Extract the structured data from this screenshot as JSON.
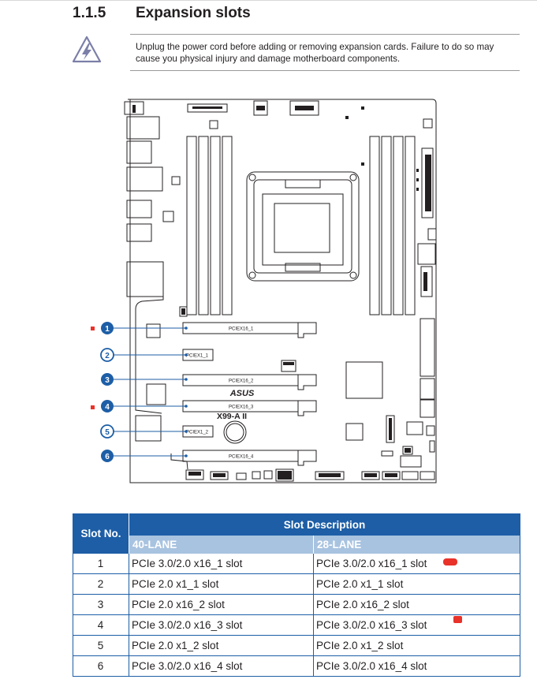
{
  "section": {
    "number": "1.1.5",
    "title": "Expansion slots"
  },
  "warning": {
    "icon": "warning-triangle-icon",
    "text": "Unplug the power cord before adding or removing expansion cards. Failure to do so may cause you physical injury and damage motherboard components."
  },
  "board": {
    "brand": "ASUS",
    "model": "X99-A II",
    "slot_labels": [
      "PCIEX16_1",
      "PCIEX1_1",
      "PCIEX16_2",
      "PCIEX16_3",
      "PCIEX1_2",
      "PCIEX16_4"
    ],
    "callouts": [
      "1",
      "2",
      "3",
      "4",
      "5",
      "6"
    ],
    "accent_color": "#1d5ea6",
    "highlight_color": "#e8322a"
  },
  "table": {
    "col_slot": "Slot No.",
    "col_desc": "Slot Description",
    "lane_a": "40-LANE",
    "lane_b": "28-LANE",
    "rows": [
      {
        "no": "1",
        "a": "PCIe 3.0/2.0 x16_1 slot",
        "b": "PCIe 3.0/2.0 x16_1 slot"
      },
      {
        "no": "2",
        "a": "PCIe 2.0 x1_1 slot",
        "b": "PCIe 2.0 x1_1 slot"
      },
      {
        "no": "3",
        "a": "PCIe 2.0 x16_2 slot",
        "b": "PCIe 2.0 x16_2 slot"
      },
      {
        "no": "4",
        "a": "PCIe 3.0/2.0 x16_3 slot",
        "b": "PCIe 3.0/2.0 x16_3 slot"
      },
      {
        "no": "5",
        "a": "PCIe 2.0 x1_2 slot",
        "b": "PCIe 2.0 x1_2 slot"
      },
      {
        "no": "6",
        "a": "PCIe 3.0/2.0 x16_4 slot",
        "b": "PCIe 3.0/2.0 x16_4 slot"
      }
    ]
  }
}
